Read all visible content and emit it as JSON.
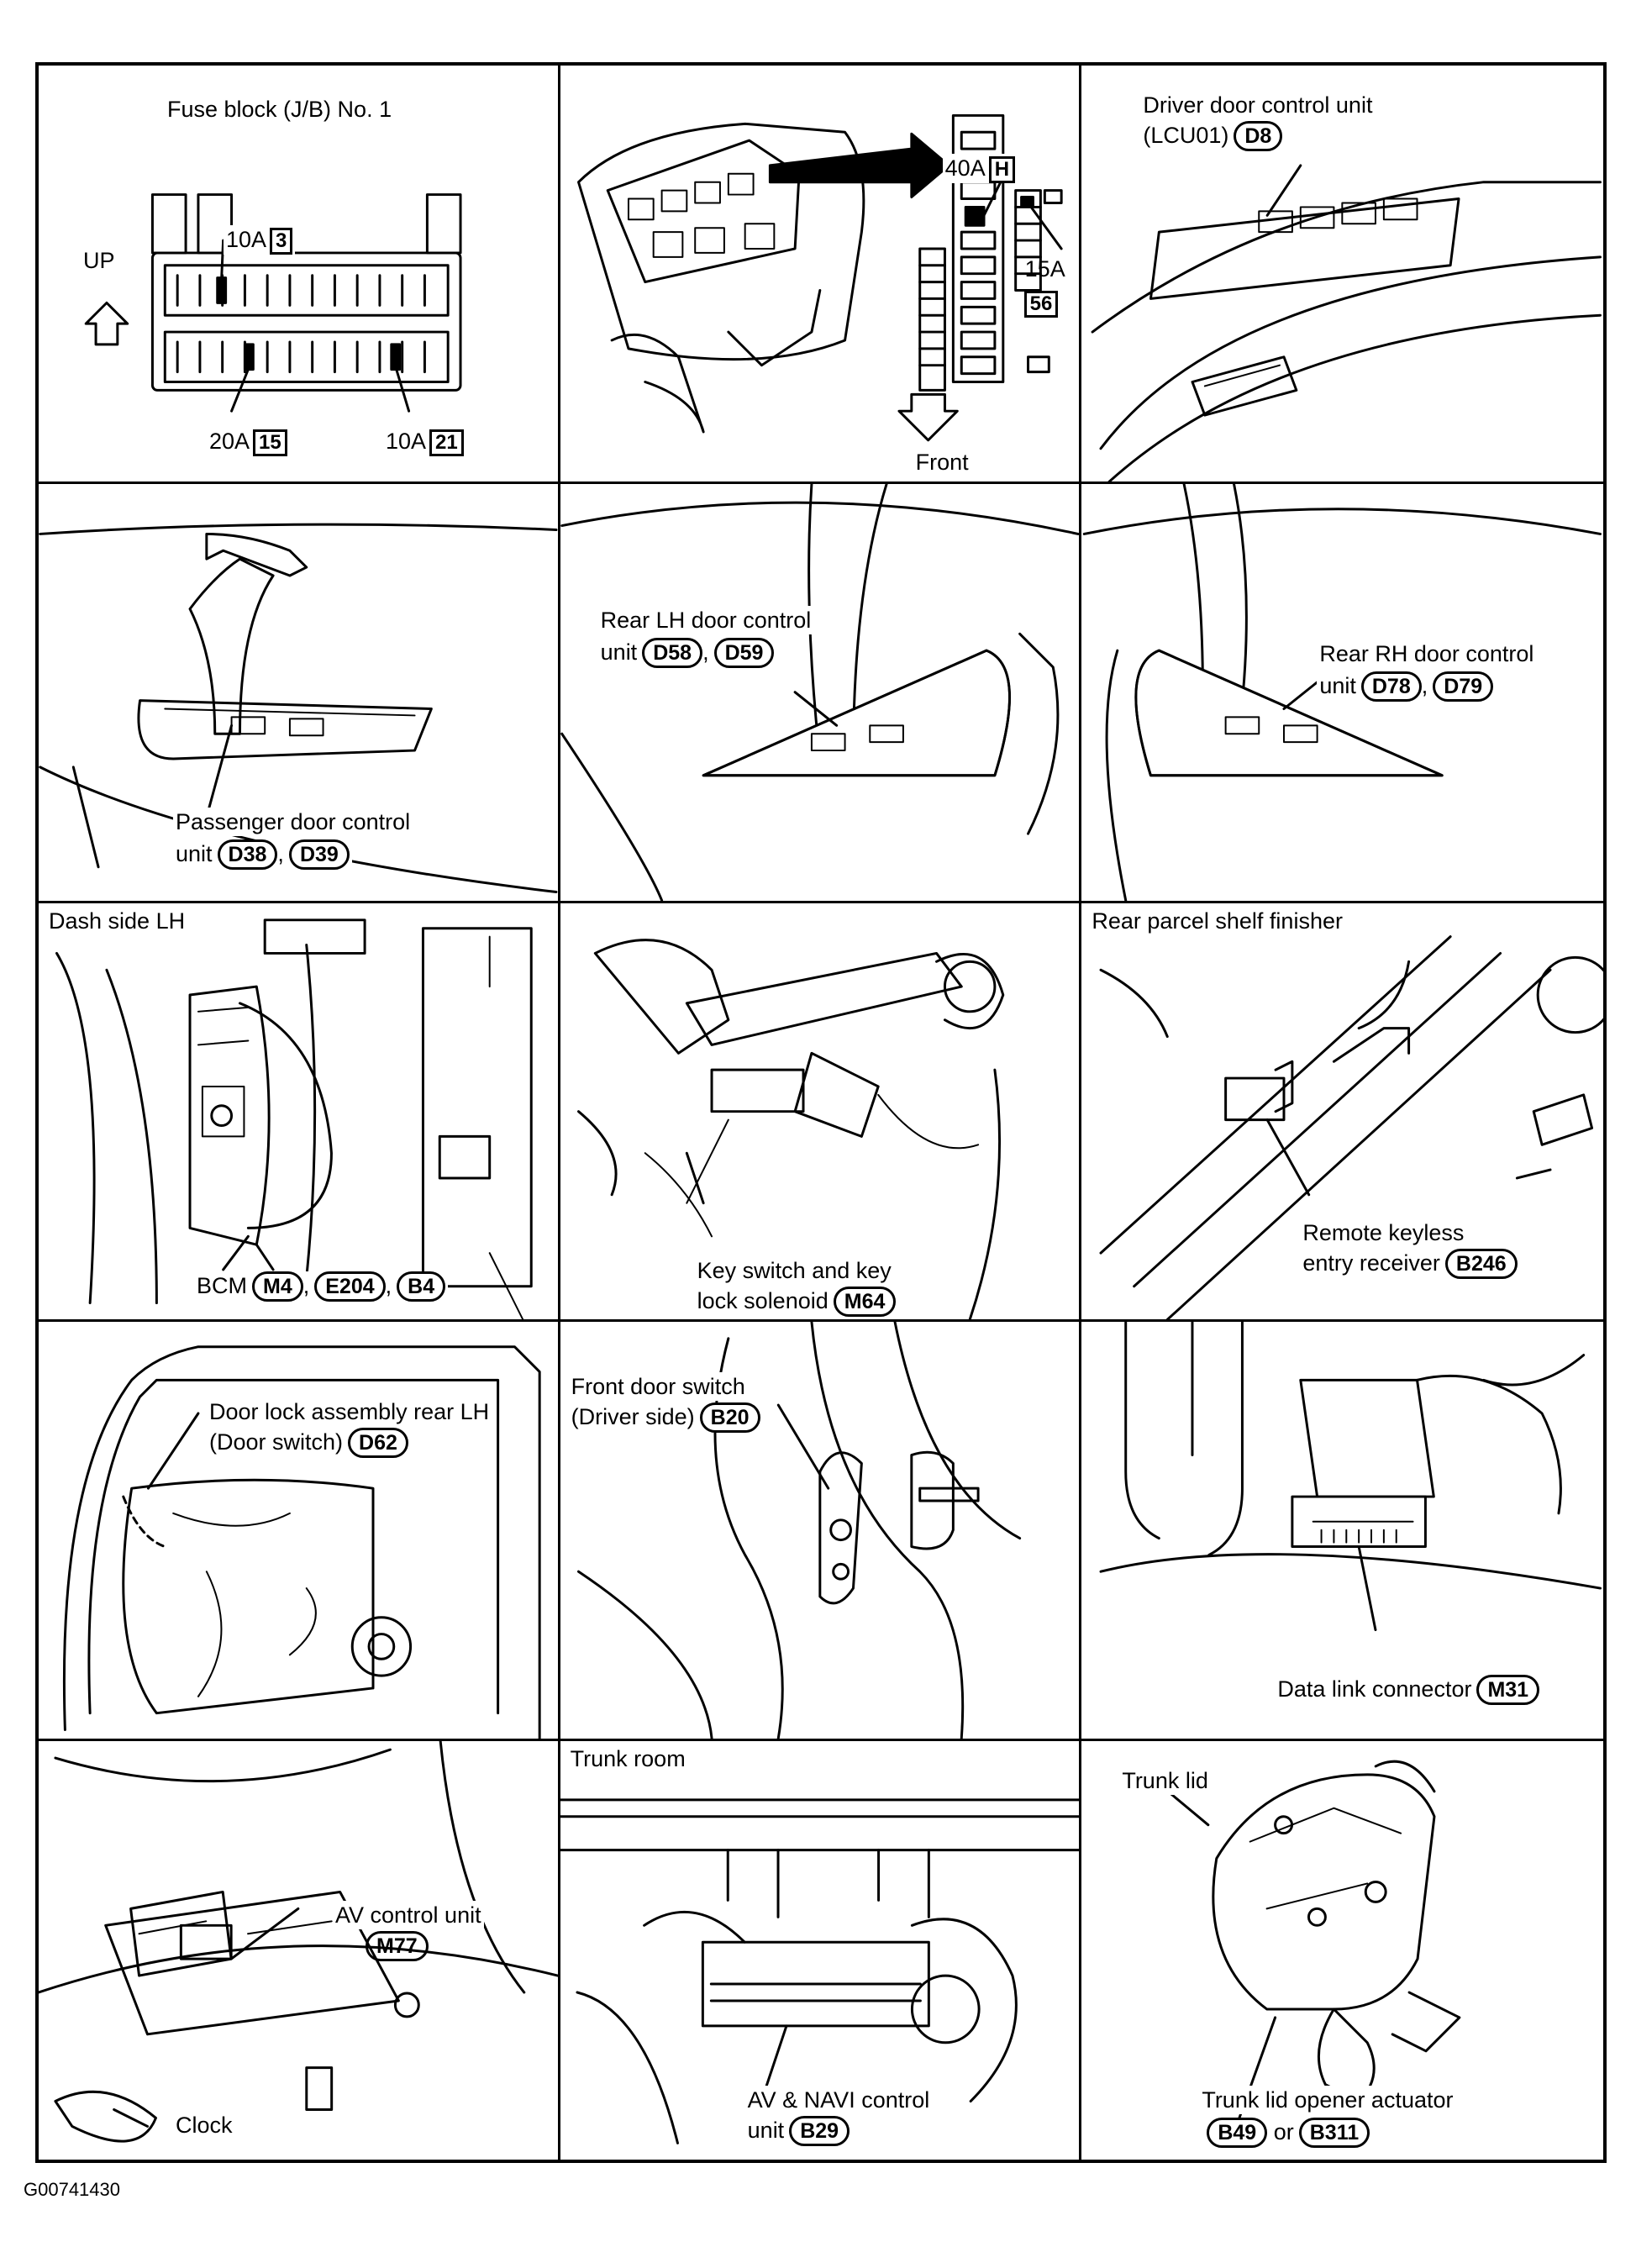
{
  "image_id": "G00741430",
  "panels": {
    "fuse_block": {
      "title": "Fuse block (J/B) No. 1",
      "up": "UP",
      "fuse_a": {
        "rating": "10A",
        "num": "3"
      },
      "fuse_b": {
        "rating": "20A",
        "num": "15"
      },
      "fuse_c": {
        "rating": "10A",
        "num": "21"
      }
    },
    "fusible_link": {
      "fuse_h": {
        "rating": "40A",
        "num": "H"
      },
      "fuse_56": {
        "rating": "15A",
        "num": "56"
      },
      "front": "Front"
    },
    "driver_door": {
      "label": "Driver door control unit",
      "label2": "(LCU01)",
      "conn": "D8"
    },
    "passenger_door": {
      "label": "Passenger door control",
      "label2": "unit",
      "conn1": "D38",
      "conn2": "D39"
    },
    "rear_lh_door": {
      "label": "Rear LH door control",
      "label2": "unit",
      "conn1": "D58",
      "conn2": "D59"
    },
    "rear_rh_door": {
      "label": "Rear RH door control",
      "label2": "unit",
      "conn1": "D78",
      "conn2": "D79"
    },
    "bcm": {
      "caption": "Dash side LH",
      "label": "BCM",
      "conn1": "M4",
      "conn2": "E204",
      "conn3": "B4"
    },
    "key_switch": {
      "label": "Key switch and key",
      "label2": "lock solenoid",
      "conn": "M64"
    },
    "keyless": {
      "caption": "Rear parcel shelf finisher",
      "label": "Remote keyless",
      "label2": "entry receiver",
      "conn": "B246"
    },
    "door_lock": {
      "label": "Door lock assembly rear LH",
      "label2": "(Door switch)",
      "conn": "D62"
    },
    "door_switch": {
      "label": "Front door switch",
      "label2": "(Driver side)",
      "conn": "B20"
    },
    "dlc": {
      "label": "Data link connector",
      "conn": "M31"
    },
    "av": {
      "label": "AV control unit",
      "conn": "M77",
      "clock": "Clock"
    },
    "navi": {
      "caption": "Trunk room",
      "label": "AV & NAVI control",
      "label2": "unit",
      "conn": "B29"
    },
    "trunk": {
      "label": "Trunk lid",
      "label2": "Trunk lid opener actuator",
      "conn1": "B49",
      "or": "or",
      "conn2": "B311"
    }
  }
}
